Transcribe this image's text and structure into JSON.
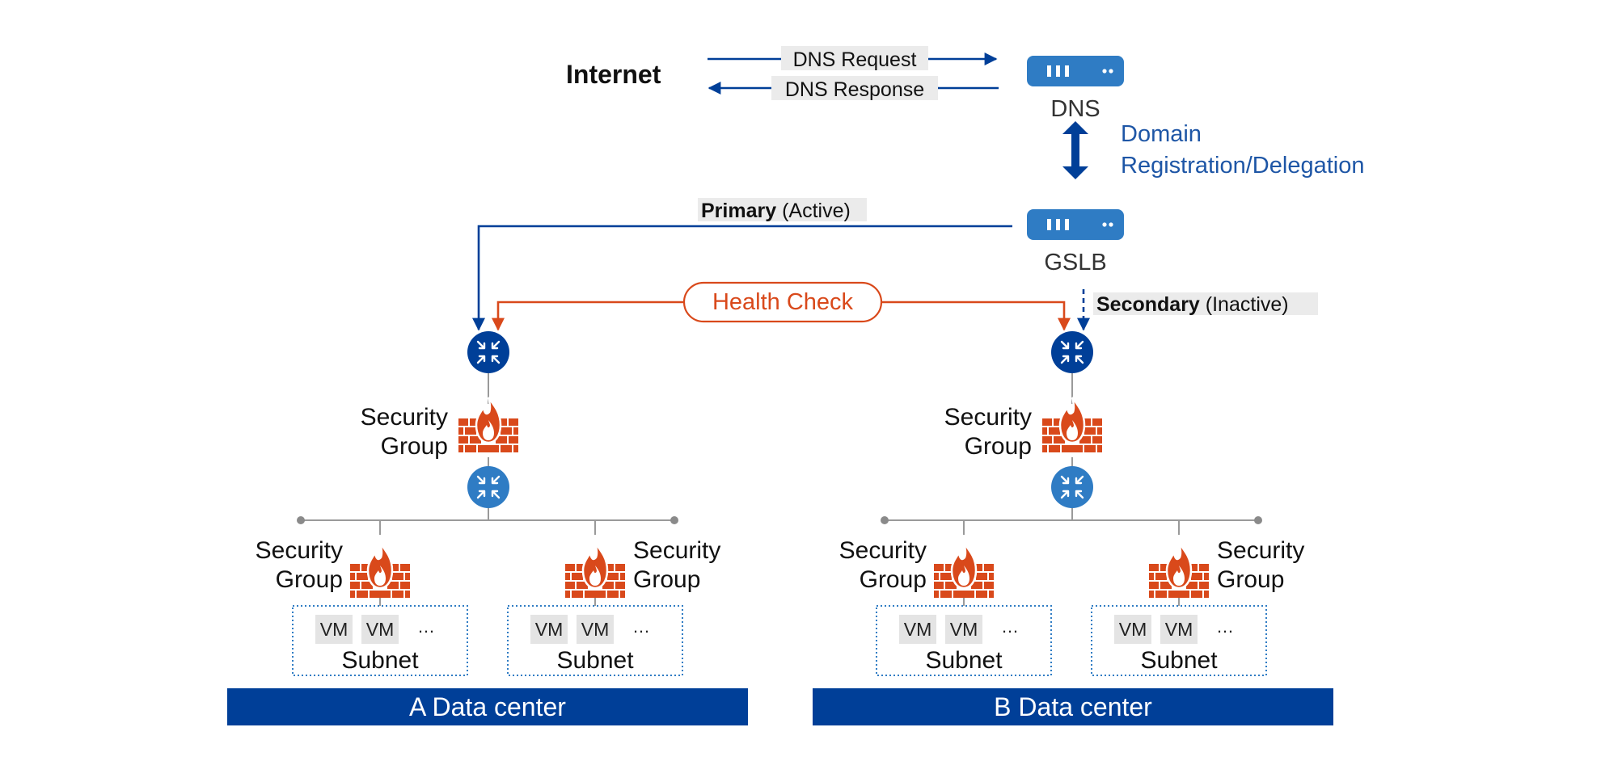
{
  "top": {
    "internet_label": "Internet",
    "dns_request": "DNS Request",
    "dns_response": "DNS Response",
    "dns_label": "DNS",
    "domain_line1": "Domain",
    "domain_line2": "Registration/Delegation",
    "gslb_label": "GSLB",
    "primary_bold": "Primary",
    "primary_state": " (Active)",
    "secondary_bold": "Secondary",
    "secondary_state": " (Inactive)",
    "health_check": "Health Check"
  },
  "datacenters": [
    {
      "name": "A Data center",
      "sg_line1": "Security",
      "sg_line2": "Group",
      "subnets": [
        {
          "sg_line1": "Security",
          "sg_line2": "Group",
          "vm1": "VM",
          "vm2": "VM",
          "more": "…",
          "label": "Subnet"
        },
        {
          "sg_line1": "Security",
          "sg_line2": "Group",
          "vm1": "VM",
          "vm2": "VM",
          "more": "…",
          "label": "Subnet"
        }
      ]
    },
    {
      "name": "B Data center",
      "sg_line1": "Security",
      "sg_line2": "Group",
      "subnets": [
        {
          "sg_line1": "Security",
          "sg_line2": "Group",
          "vm1": "VM",
          "vm2": "VM",
          "more": "…",
          "label": "Subnet"
        },
        {
          "sg_line1": "Security",
          "sg_line2": "Group",
          "vm1": "VM",
          "vm2": "VM",
          "more": "…",
          "label": "Subnet"
        }
      ]
    }
  ],
  "colors": {
    "navy": "#003f98",
    "blue": "#2f7cc4",
    "orange": "#d9491b",
    "banner": "#003f98",
    "label_bg": "#ebebeb",
    "vm_bg": "#e4e4e4",
    "line_gray": "#9a9a9a"
  }
}
